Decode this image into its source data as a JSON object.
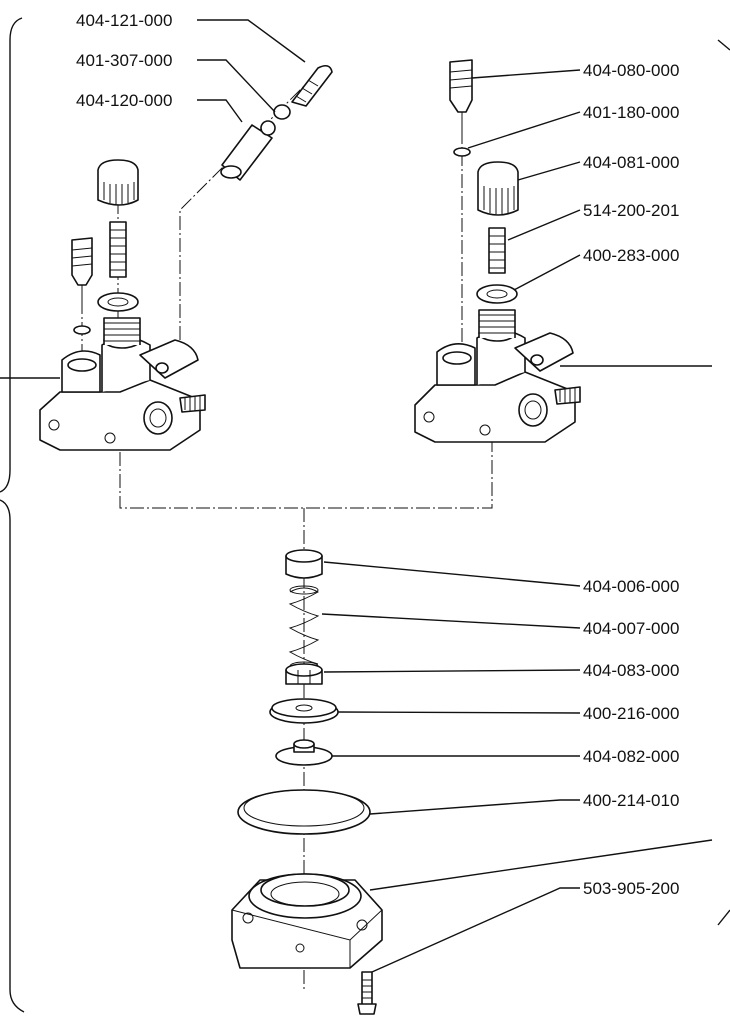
{
  "part_labels": {
    "p404_121_000": "404-121-000",
    "p401_307_000": "401-307-000",
    "p404_120_000": "404-120-000",
    "p404_080_000": "404-080-000",
    "p401_180_000": "401-180-000",
    "p404_081_000": "404-081-000",
    "p514_200_201": "514-200-201",
    "p400_283_000": "400-283-000",
    "p404_006_000": "404-006-000",
    "p404_007_000": "404-007-000",
    "p404_083_000": "404-083-000",
    "p400_216_000": "400-216-000",
    "p404_082_000": "404-082-000",
    "p400_214_010": "400-214-010",
    "p503_905_200": "503-905-200"
  }
}
